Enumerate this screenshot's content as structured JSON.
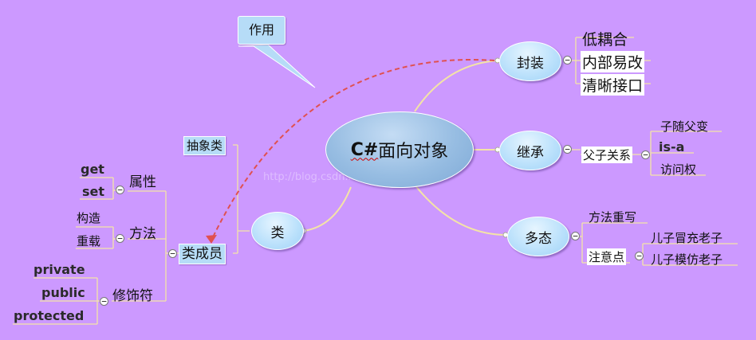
{
  "center": {
    "prefix": "C#",
    "text": "面向对象"
  },
  "callout": {
    "text": "作用"
  },
  "watermark": "http://blog.csdn.net/u012",
  "branches": {
    "fengzhuang": {
      "label": "封装",
      "items": [
        "低耦合",
        "内部易改",
        "清晰接口"
      ]
    },
    "jicheng": {
      "label": "继承",
      "sub": "父子关系",
      "items": [
        "子随父变",
        "is-a",
        "访问权"
      ]
    },
    "duotai": {
      "label": "多态",
      "sub1": "方法重写",
      "sub2": "注意点",
      "items": [
        "儿子冒充老子",
        "儿子模仿老子"
      ]
    },
    "lei": {
      "label": "类",
      "abstract": "抽象类",
      "members": "类成员",
      "shuxing": {
        "label": "属性",
        "items": [
          "get",
          "set"
        ]
      },
      "fangfa": {
        "label": "方法",
        "items": [
          "构造",
          "重载"
        ]
      },
      "xiushifu": {
        "label": "修饰符",
        "items": [
          "private",
          "public",
          "protected"
        ]
      }
    }
  },
  "colors": {
    "background": "#cc99ff",
    "link": "#f4e4a6",
    "arrow": "#e05050",
    "node": "#b6dcf7"
  }
}
